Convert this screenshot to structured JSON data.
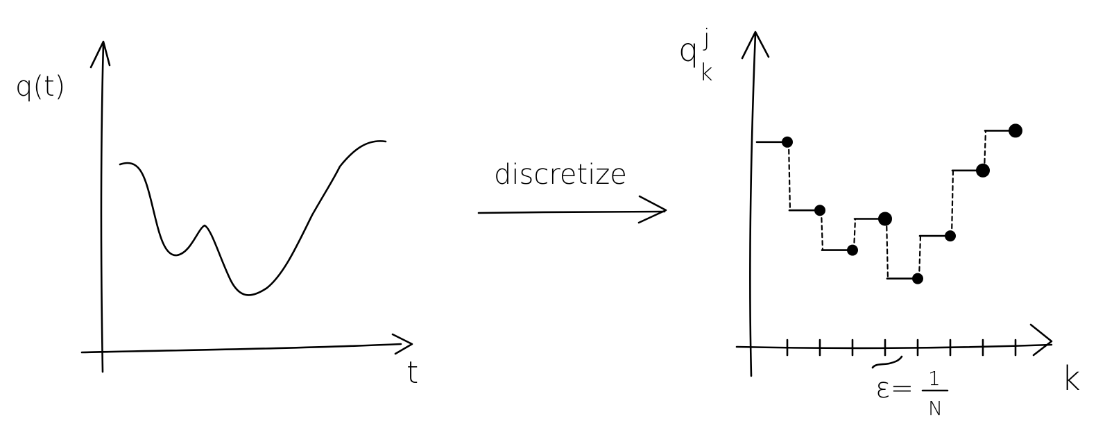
{
  "left_plot": {
    "y_label": "q(t)",
    "x_label": "t"
  },
  "arrow_label": "discretize",
  "right_plot": {
    "y_label_base": "q",
    "y_label_sup": "j",
    "y_label_sub": "k",
    "x_label": "k",
    "spacing_label_eps": "ε=",
    "spacing_label_num": "1",
    "spacing_label_den": "N"
  },
  "chart_data": {
    "type": "scatter",
    "title": "",
    "xlabel": "k",
    "ylabel": "q_k^j",
    "x": [
      1,
      2,
      3,
      4,
      5,
      6,
      7,
      8
    ],
    "values": [
      0.72,
      0.48,
      0.34,
      0.45,
      0.24,
      0.39,
      0.62,
      0.76
    ],
    "grid": false,
    "legend": "none"
  }
}
